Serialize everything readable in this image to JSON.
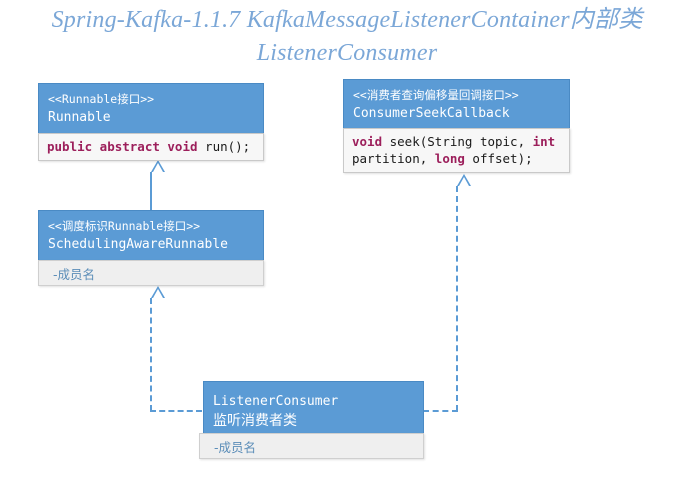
{
  "title": "Spring-Kafka-1.1.7  KafkaMessageListenerContainer内部类\nListenerConsumer",
  "colors": {
    "title_text": "#7BA7D7",
    "header_fill": "#5B9BD5",
    "connector": "#5B9BD5",
    "keyword": "#9C1F5B",
    "member_text": "#5B8DB8",
    "member_fill": "#efefef",
    "code_fill": "#f7f7f7"
  },
  "boxes": {
    "runnable": {
      "stereotype": "<<Runnable接口>>",
      "classname": "Runnable",
      "code": {
        "keyword1": "public abstract void",
        "rest1": " run();"
      }
    },
    "consumer_seek_callback": {
      "stereotype": "<<消费者查询偏移量回调接口>>",
      "classname": "ConsumerSeekCallback",
      "code": {
        "kw_void": "void",
        "seg1": " seek(String topic, ",
        "kw_int": "int",
        "seg2": " partition, ",
        "kw_long": "long",
        "seg3": " offset);"
      }
    },
    "scheduling_aware_runnable": {
      "stereotype": "<<调度标识Runnable接口>>",
      "classname": "SchedulingAwareRunnable",
      "member": "-成员名"
    },
    "listener_consumer": {
      "classname": "ListenerConsumer",
      "cn_name": "监听消费者类",
      "member": "-成员名"
    }
  },
  "connectors": [
    {
      "name": "scheduling-to-runnable",
      "style": "solid-generalization",
      "from": "SchedulingAwareRunnable",
      "to": "Runnable"
    },
    {
      "name": "listenerconsumer-to-scheduling",
      "style": "dashed-realization",
      "from": "ListenerConsumer",
      "to": "SchedulingAwareRunnable"
    },
    {
      "name": "listenerconsumer-to-consumerseek",
      "style": "dashed-realization",
      "from": "ListenerConsumer",
      "to": "ConsumerSeekCallback"
    }
  ]
}
